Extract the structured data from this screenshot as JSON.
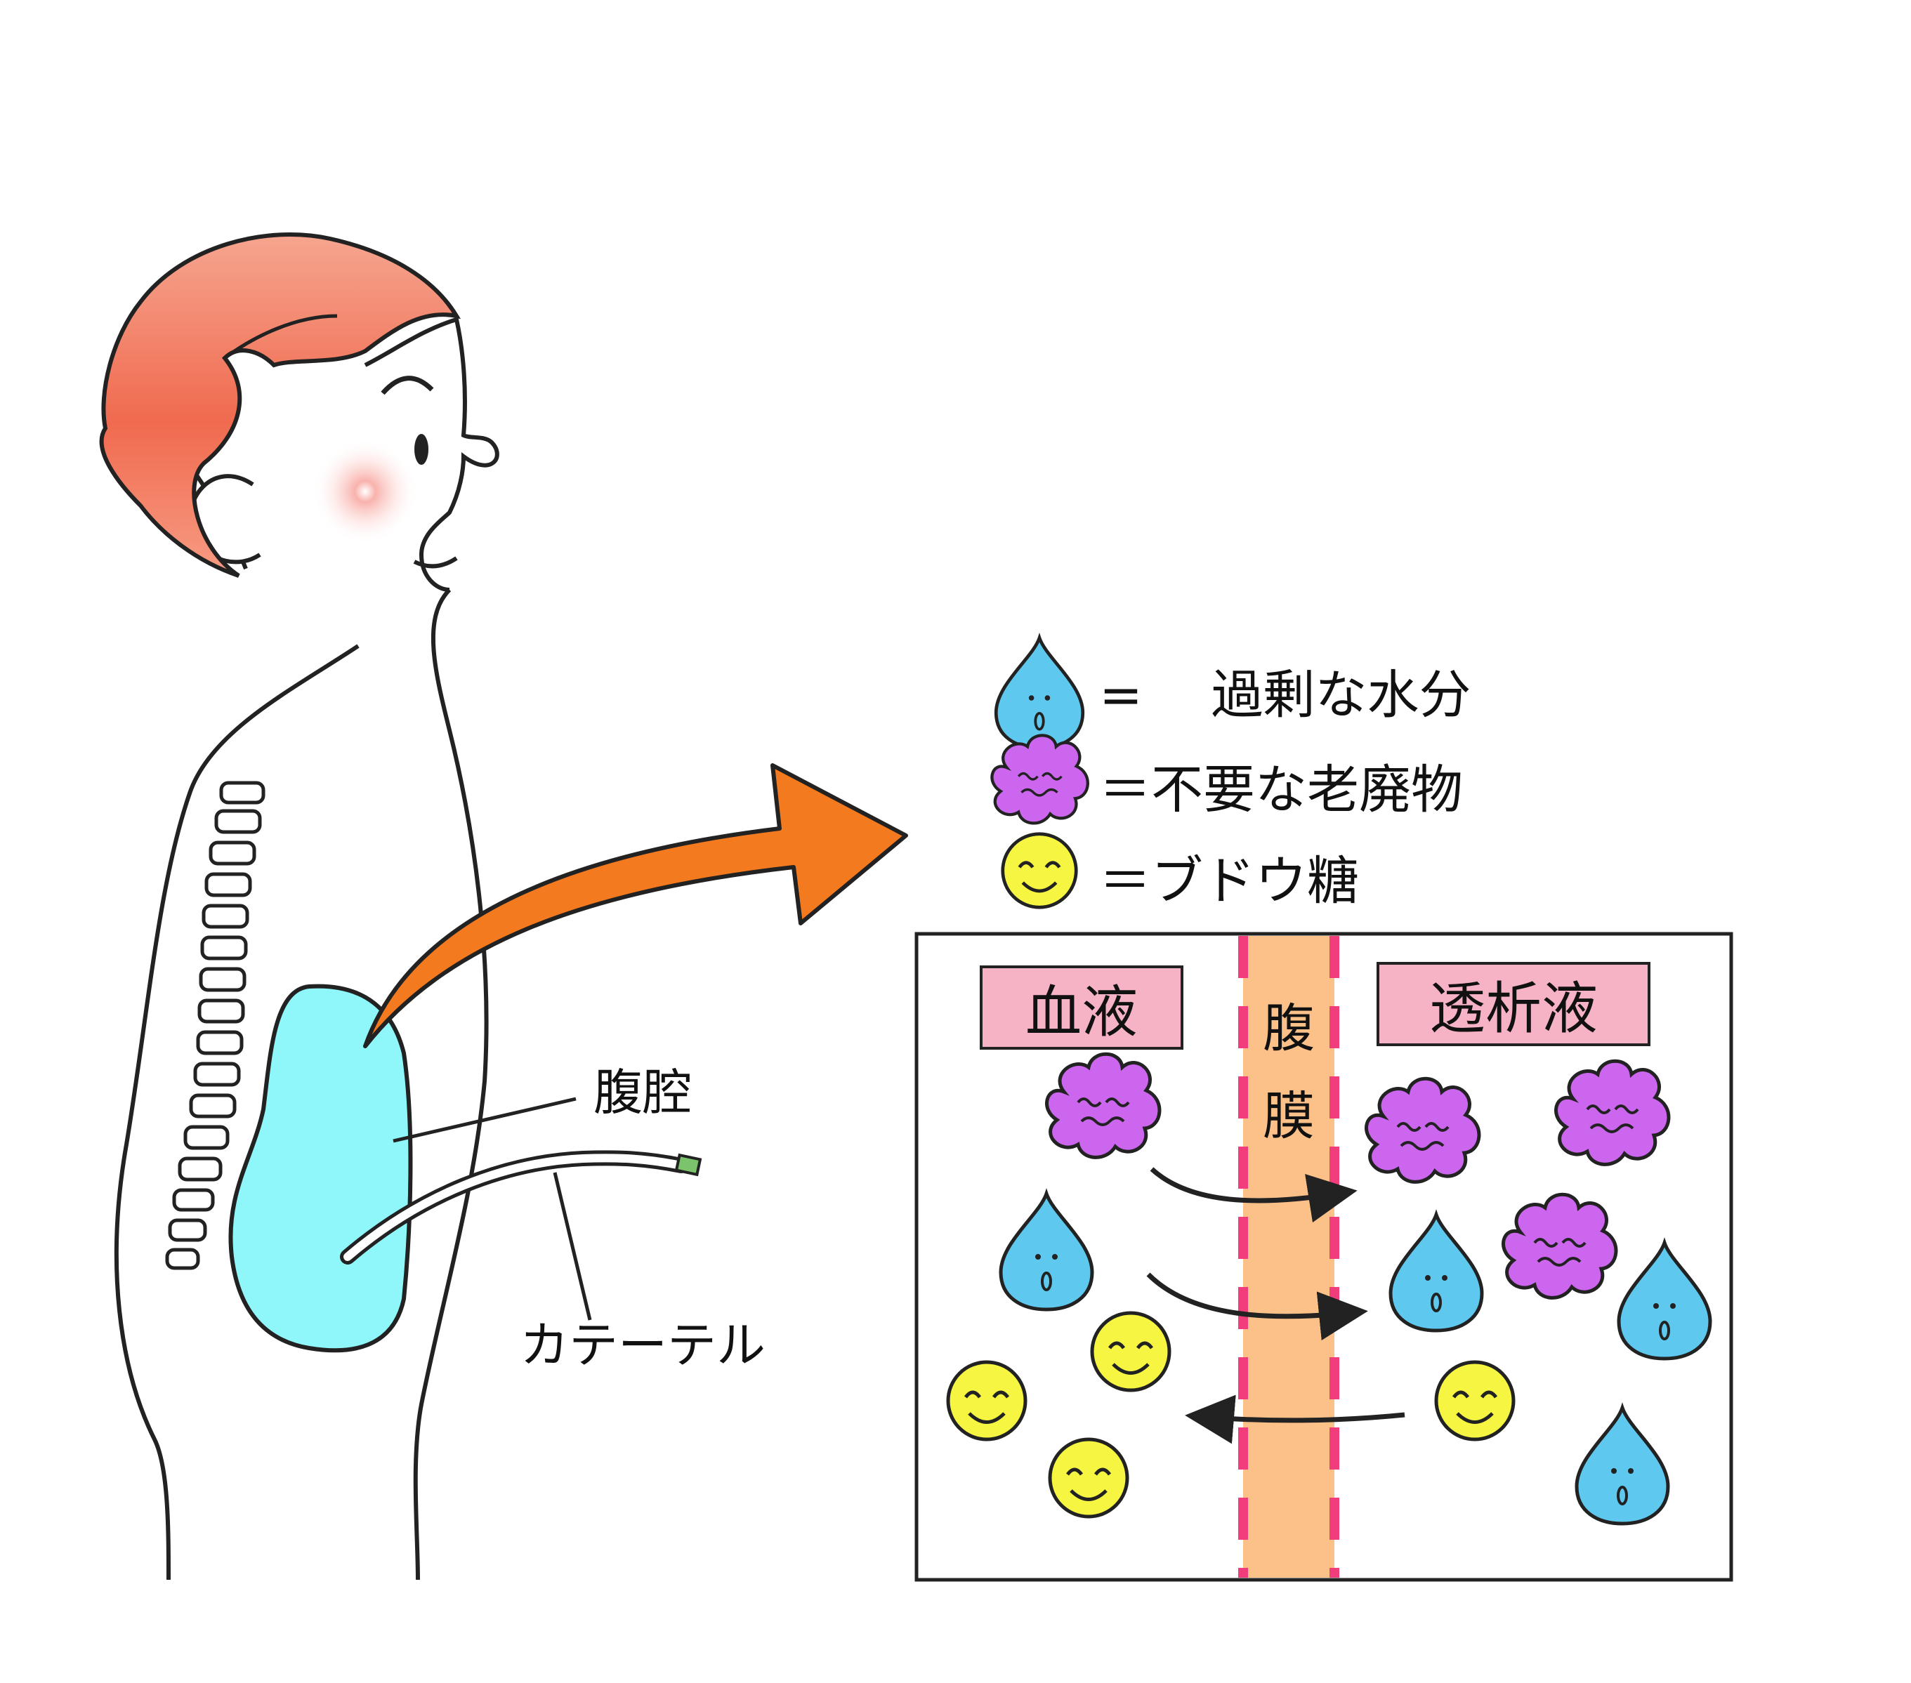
{
  "legend": {
    "water": {
      "text": "=　 過剰な水分",
      "icon": "water-drop-icon",
      "color": "#5ec8ef"
    },
    "waste": {
      "text": "＝不要な老廃物",
      "icon": "waste-blob-icon",
      "color": "#cc66ee"
    },
    "glucose": {
      "text": "＝ブドウ糖",
      "icon": "smiley-glucose-icon",
      "color": "#f5f542"
    }
  },
  "labels": {
    "cavity": "腹腔",
    "catheter": "カテーテル"
  },
  "panel": {
    "left_label": "血液",
    "membrane_label_1": "腹",
    "membrane_label_2": "膜",
    "right_label": "透析液"
  },
  "colors": {
    "hair": "#f06a4f",
    "cavity": "#8ff7fa",
    "big_arrow": "#f47a1f",
    "membrane": "#fcc189",
    "membrane_dash": "#f23d7d",
    "label_box": "#f7b3c6"
  }
}
